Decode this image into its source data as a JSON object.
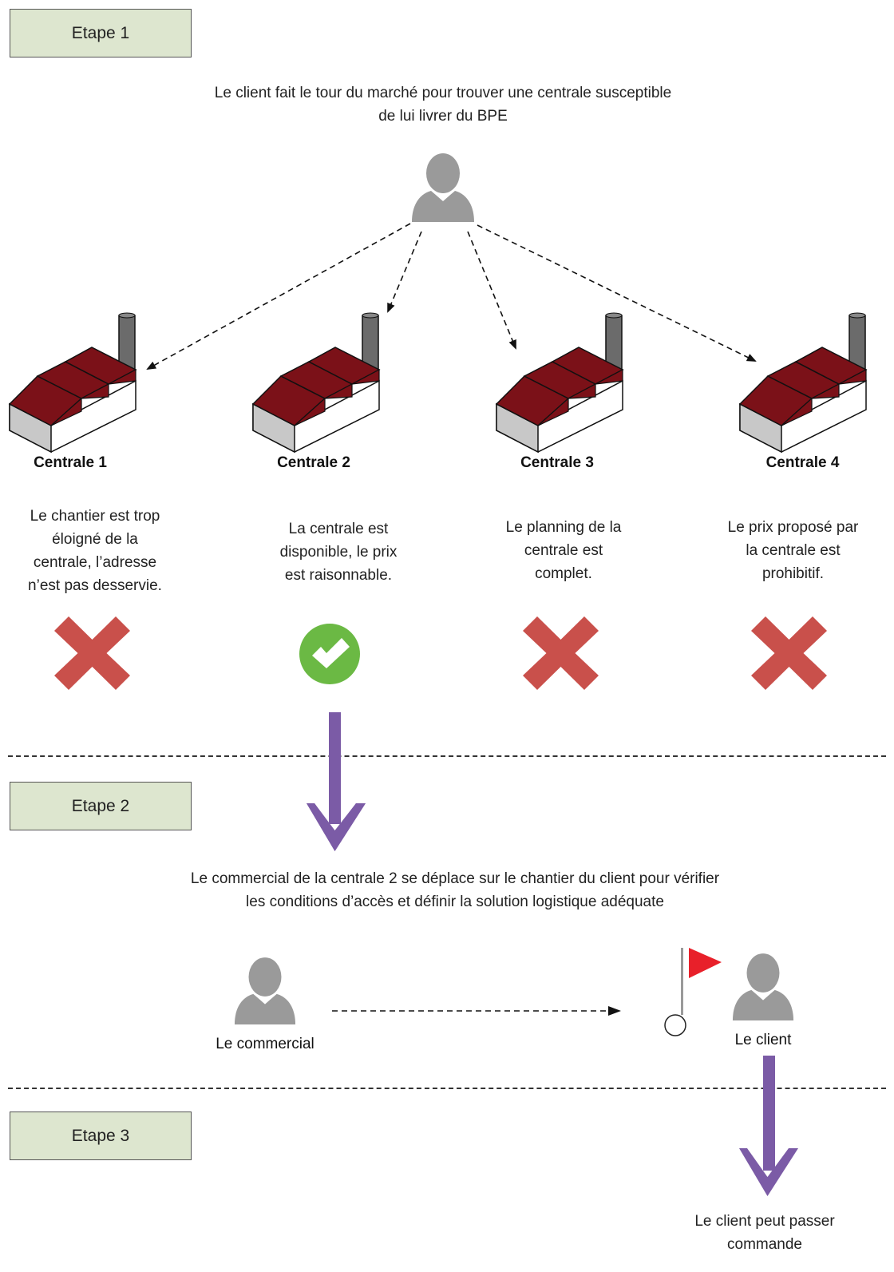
{
  "stages": [
    {
      "label": "Etape 1"
    },
    {
      "label": "Etape 2"
    },
    {
      "label": "Etape 3"
    }
  ],
  "step1": {
    "intro_line1": "Le client fait le tour du marché pour trouver une centrale susceptible",
    "intro_line2": "de lui livrer du BPE",
    "centrales": [
      {
        "name": "Centrale 1",
        "desc": [
          "Le chantier est trop",
          "éloigné de la",
          "centrale, l’adresse",
          "n’est pas desservie."
        ],
        "status": "rejected"
      },
      {
        "name": "Centrale 2",
        "desc": [
          "La centrale est",
          "disponible, le prix",
          "est raisonnable."
        ],
        "status": "accepted"
      },
      {
        "name": "Centrale 3",
        "desc": [
          "Le planning de la",
          "centrale est",
          "complet."
        ],
        "status": "rejected"
      },
      {
        "name": "Centrale 4",
        "desc": [
          "Le prix proposé par",
          "la centrale est",
          "prohibitif."
        ],
        "status": "rejected"
      }
    ]
  },
  "step2": {
    "intro_line1": "Le commercial de la centrale 2 se déplace sur le chantier du client pour vérifier",
    "intro_line2": "les conditions d’accès et définir la solution logistique adéquate",
    "commercial_label": "Le commercial",
    "client_label": "Le client"
  },
  "step3": {
    "result_line1": "Le client peut passer",
    "result_line2": "commande"
  },
  "colors": {
    "stage_fill": "#dde6cf",
    "roof": "#7b1118",
    "person": "#9a9a9a",
    "reject": "#c9504b",
    "accept": "#6bb944",
    "arrow": "#7b5ba6",
    "flag": "#e8202a"
  },
  "icons": {
    "person": "person-icon",
    "factory": "factory-icon",
    "reject": "cross-icon",
    "accept": "checkmark-icon",
    "flag": "flag-icon"
  }
}
